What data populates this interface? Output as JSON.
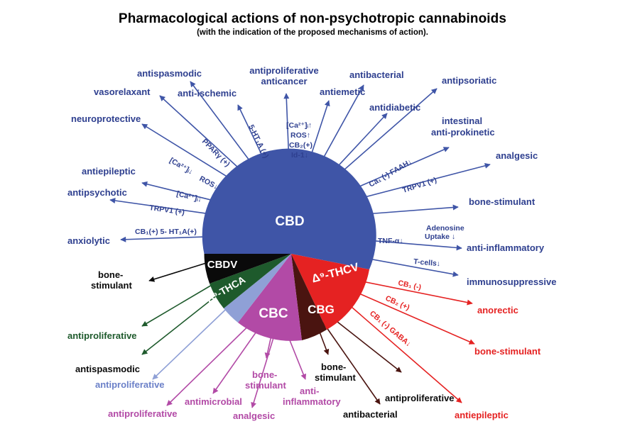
{
  "title": "Pharmacological actions of non-psychotropic cannabinoids",
  "subtitle": "(with the indication of the proposed mechanisms of action).",
  "colors": {
    "CBD": "#3f55a7",
    "CBDV": "#0a0a0a",
    "THCA": "#1e5a2c",
    "THCA_light": "#8fa0d6",
    "CBC": "#b24aa6",
    "CBG": "#4a1410",
    "THCV": "#e52222"
  },
  "segments": {
    "cbd": "CBD",
    "cbdv": "CBDV",
    "thca": "Δ⁹-THCA",
    "cbc": "CBC",
    "cbg": "CBG",
    "thcv": "Δ⁹-THCV"
  },
  "cbd_actions": {
    "anxiolytic": "anxiolytic",
    "antipsychotic": "antipsychotic",
    "antiepileptic": "antiepileptic",
    "neuroprotective": "neuroprotective",
    "vasorelaxant": "vasorelaxant",
    "antispasmodic": "antispasmodic",
    "anti_ischemic": "anti-ischemic",
    "antiproliferative": "antiproliferative",
    "anticancer": "anticancer",
    "antiemetic": "antiemetic",
    "antibacterial": "antibacterial",
    "antidiabetic": "antidiabetic",
    "antipsoriatic": "antipsoriatic",
    "intestinal": "intestinal",
    "anti_prokinetic": "anti-prokinetic",
    "analgesic": "analgesic",
    "bone_stimulant": "bone-stimulant",
    "anti_inflammatory": "anti-inflammatory",
    "immunosuppressive": "immunosuppressive"
  },
  "cbd_mechanisms": {
    "cb1_5ht1a": "CB₁(+) 5- HT₁A(+)",
    "trpv1_left": "TRPV1 (+)",
    "ca_down_left": "[Ca²⁺]ᵢ↓",
    "ros_down": "ROS↓",
    "ca_down_upper": "[Ca²⁺]ᵢ↓",
    "ppar": "PPARγ (+)",
    "ht1a": "5-HT₁A (+)",
    "ca_up": "[Ca²⁺]ᵢ↑",
    "ros_up": "ROS↑",
    "cb2": "CB₂(+)",
    "id1": "Id-1↓",
    "ca1_faah": "Ca₁ (-) FAAH↓",
    "trpv1_right": "TRPV1 (+)",
    "tnf": "TNF-α↓",
    "adenosine": "Adenosine",
    "uptake": "Uptake  ↓",
    "tcells": "T-cells↓"
  },
  "other_actions": {
    "cbdv_bone": "bone-",
    "cbdv_bone2": "stimulant",
    "thca_antiprolif": "antiproliferative",
    "thca_antispas": "antispasmodic",
    "thca_light_antiprolif": "antiproliferative",
    "cbc_antiprolif": "antiproliferative",
    "cbc_antimicrobial": "antimicrobial",
    "cbc_analgesic": "analgesic",
    "cbc_bone": "bone-",
    "cbc_bone2": "stimulant",
    "cbc_antiinfl": "anti-",
    "cbc_antiinfl2": "inflammatory",
    "cbg_bone": "bone-",
    "cbg_bone2": "stimulant",
    "cbg_antibacterial": "antibacterial",
    "cbg_antiprolif": "antiproliferative",
    "thcv_anorectic": "anorectic",
    "thcv_bone": "bone-stimulant",
    "thcv_antiepileptic": "antiepileptic"
  },
  "other_mechanisms": {
    "thcv_cb1": "CB₁ (-)",
    "thcv_cb2": "CB₂ (+)",
    "thcv_cb1_gaba": "CB₁ (-) GABA↓"
  }
}
